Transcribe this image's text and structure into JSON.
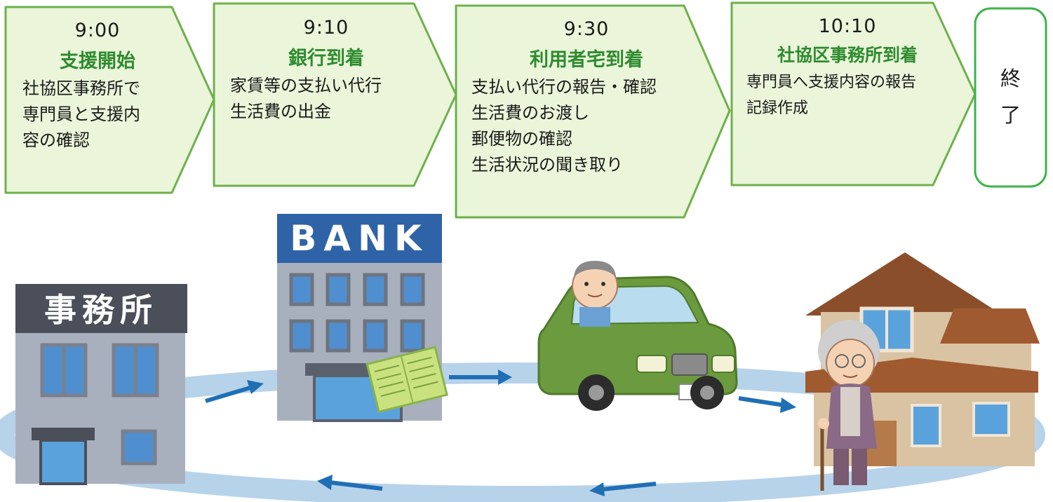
{
  "steps": [
    {
      "time": "9:00",
      "title": "支援開始",
      "lines": [
        "社協区事務所で",
        "専門員と支援内",
        "容の確認"
      ]
    },
    {
      "time": "9:10",
      "title": "銀行到着",
      "lines": [
        "家賃等の支払い代行",
        "生活費の出金"
      ]
    },
    {
      "time": "9:30",
      "title": "利用者宅到着",
      "lines": [
        "支払い代行の報告・確認",
        "生活費のお渡し",
        "郵便物の確認",
        "生活状況の聞き取り"
      ]
    },
    {
      "time": "10:10",
      "title": "社協区事務所到着",
      "lines": [
        "専門員へ支援内容の報告",
        "記録作成"
      ]
    }
  ],
  "end": {
    "chars": [
      "終",
      "了"
    ]
  },
  "office": {
    "sign": "事務所"
  },
  "bank": {
    "sign": "BANK"
  },
  "colors": {
    "step_fill": "#eaf5da",
    "step_border": "#6fb04b",
    "title_green": "#2e8b2e",
    "loop": "#b7d3ea",
    "arrow": "#1f6fb5",
    "building_gray": "#a9b0bd",
    "bank_blue": "#2f63a8",
    "car_green": "#6b9a3f"
  }
}
